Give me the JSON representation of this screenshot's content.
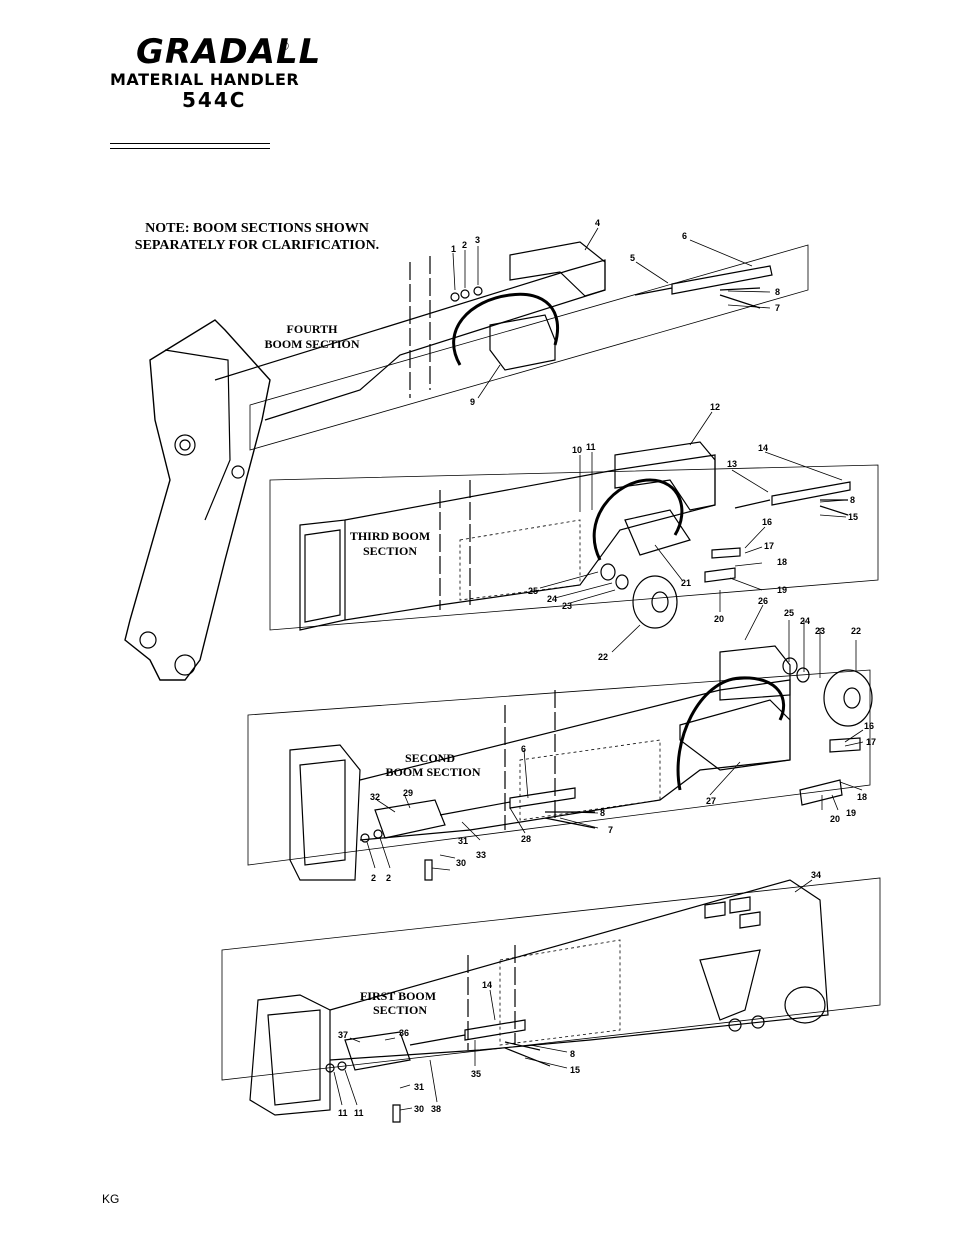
{
  "brand": {
    "name": "GRADALL",
    "registered_mark": "®",
    "subtitle": "MATERIAL HANDLER",
    "model": "544C"
  },
  "note": {
    "line1": "NOTE:  BOOM SECTIONS SHOWN",
    "line2": "SEPARATELY FOR CLARIFICATION."
  },
  "sections": {
    "fourth": {
      "line1": "FOURTH",
      "line2": "BOOM SECTION"
    },
    "third": {
      "line1": "THIRD BOOM",
      "line2": "SECTION"
    },
    "second": {
      "line1": "SECOND",
      "line2": "BOOM SECTION"
    },
    "first": {
      "line1": "FIRST BOOM",
      "line2": "SECTION"
    }
  },
  "callouts": {
    "fourth": [
      "1",
      "2",
      "3",
      "4",
      "5",
      "6",
      "8",
      "7",
      "9"
    ],
    "third": [
      "10",
      "11",
      "12",
      "13",
      "14",
      "8",
      "15",
      "16",
      "17",
      "18",
      "19",
      "20",
      "21",
      "22",
      "23",
      "24",
      "25"
    ],
    "second": [
      "26",
      "25",
      "24",
      "23",
      "22",
      "16",
      "17",
      "18",
      "19",
      "20",
      "27",
      "6",
      "8",
      "7",
      "28",
      "29",
      "32",
      "31",
      "30",
      "33",
      "2",
      "2"
    ],
    "first": [
      "34",
      "14",
      "8",
      "15",
      "35",
      "36",
      "37",
      "38",
      "31",
      "30",
      "11",
      "11"
    ]
  },
  "footer": {
    "code": "KG"
  }
}
